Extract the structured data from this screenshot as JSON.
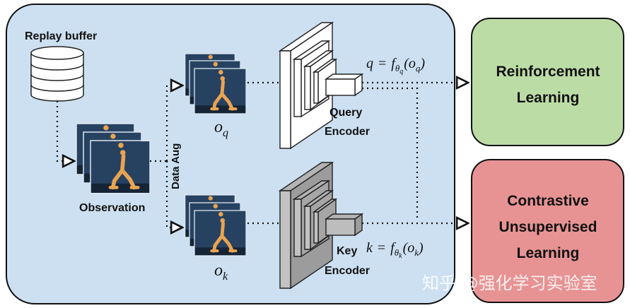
{
  "labels": {
    "replay_buffer": "Replay buffer",
    "observation": "Observation",
    "data_aug": "Data Aug",
    "query_encoder_line1": "Query",
    "query_encoder_line2": "Encoder",
    "key_encoder_line1": "Key",
    "key_encoder_line2": "Encoder",
    "oq_base": "o",
    "oq_sub": "q",
    "ok_base": "o",
    "ok_sub": "k",
    "q_lhs": "q",
    "q_eq": "=",
    "q_f": "f",
    "q_theta": "θ",
    "q_theta_sub": "q",
    "q_arg": "(o",
    "q_arg_sub": "q",
    "q_close": ")",
    "k_lhs": "k",
    "k_eq": "=",
    "k_f": "f",
    "k_theta": "θ",
    "k_theta_sub": "k",
    "k_arg": "(o",
    "k_arg_sub": "k",
    "k_close": ")"
  },
  "boxes": {
    "rl_line1": "Reinforcement",
    "rl_line2": "Learning",
    "cul_line1": "Contrastive",
    "cul_line2": "Unsupervised",
    "cul_line3": "Learning"
  },
  "watermark": "知乎 @强化学习实验室",
  "colors": {
    "panel_bg": "#cde0f1",
    "rl_box": "#bcdca5",
    "cul_box": "#e79393",
    "query_encoder": "#ffffff",
    "key_encoder": "#a9a9a9"
  }
}
